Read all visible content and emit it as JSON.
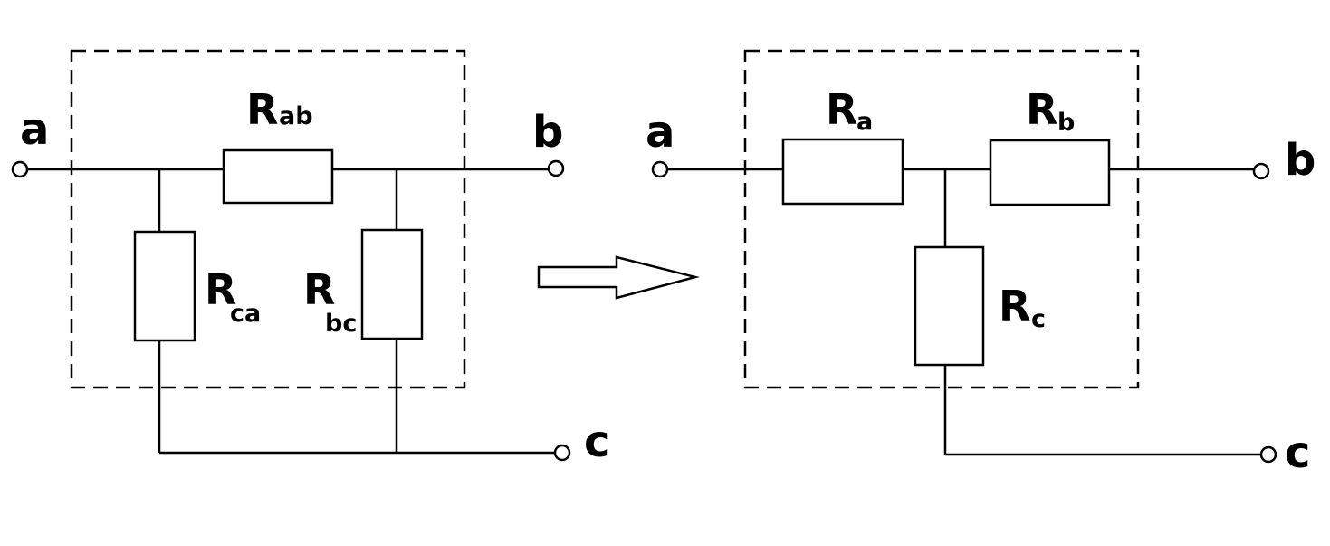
{
  "colors": {
    "background": "#ffffff",
    "stroke": "#000000"
  },
  "delta_network": {
    "terminals": {
      "a": "a",
      "b": "b",
      "c": "c"
    },
    "resistors": {
      "ab": {
        "main": "R",
        "sub": "ab"
      },
      "ca": {
        "main": "R",
        "sub": "ca"
      },
      "bc": {
        "main": "R",
        "sub": "bc"
      }
    }
  },
  "transform_arrow": {
    "icon": "hollow-right-arrow-icon"
  },
  "star_network": {
    "terminals": {
      "a": "a",
      "b": "b",
      "c": "c"
    },
    "resistors": {
      "a": {
        "main": "R",
        "sub": "a"
      },
      "b": {
        "main": "R",
        "sub": "b"
      },
      "c": {
        "main": "R",
        "sub": "c"
      }
    }
  }
}
